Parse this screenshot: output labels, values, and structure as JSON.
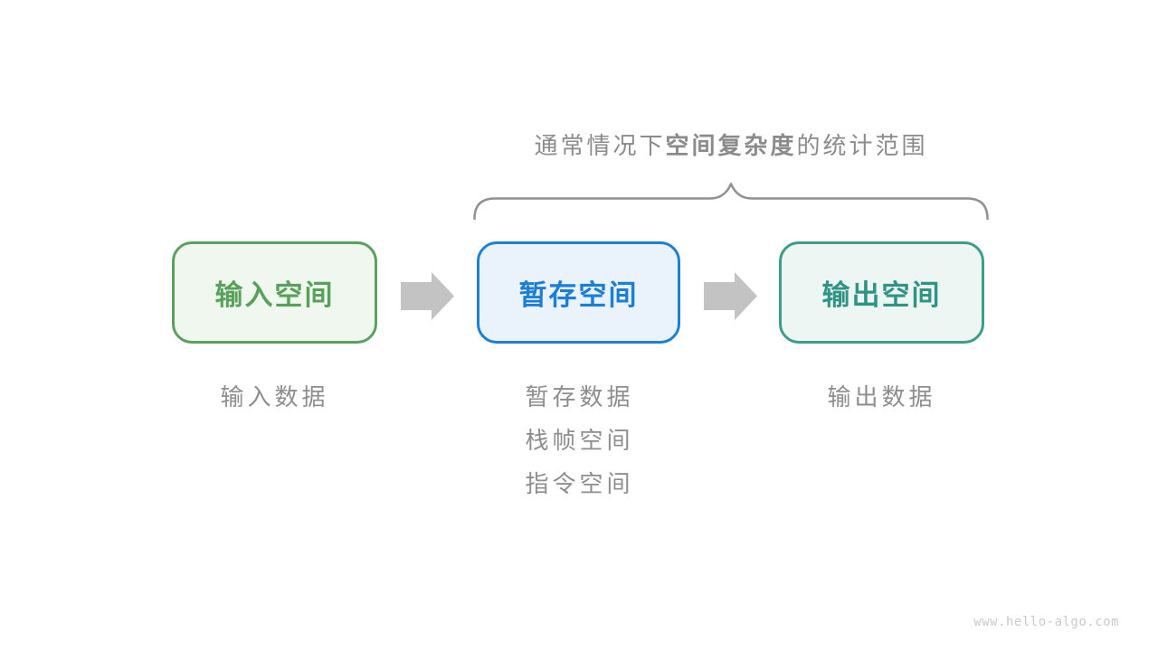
{
  "page": {
    "background": "#ffffff",
    "watermark": "www.hello-algo.com",
    "watermark_color": "#cacaca"
  },
  "title": {
    "prefix": "通常情况下",
    "bold": "空间复杂度",
    "suffix": "的统计范围",
    "color": "#8b8b8b"
  },
  "brace": {
    "color": "#8f9193"
  },
  "boxes": [
    {
      "id": "input-space",
      "label": "输入空间",
      "border": "#5ba05e",
      "fill": "#f0f7ef",
      "text_color": "#57a15b"
    },
    {
      "id": "temp-space",
      "label": "暂存空间",
      "border": "#1e80d2",
      "fill": "#eaf3fb",
      "text_color": "#1b7ed8"
    },
    {
      "id": "output-space",
      "label": "输出空间",
      "border": "#3e9c8b",
      "fill": "#edf6f3",
      "text_color": "#2f9486"
    }
  ],
  "arrows": {
    "color": "#c3c3c4"
  },
  "captions": {
    "color": "#8e8e8e",
    "input": "输入数据",
    "temp": [
      "暂存数据",
      "栈帧空间",
      "指令空间"
    ],
    "output": "输出数据"
  }
}
